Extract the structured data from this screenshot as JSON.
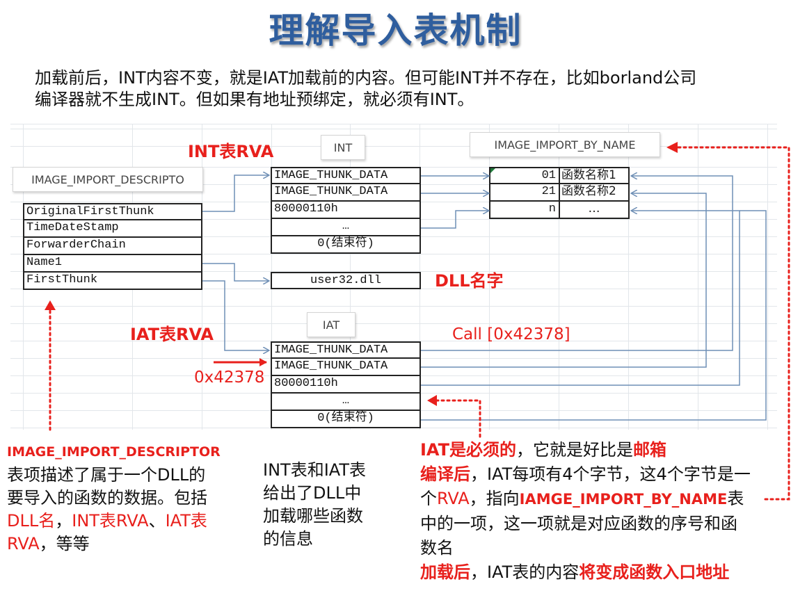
{
  "title": "理解导入表机制",
  "intro": {
    "line1": "加载前后，INT内容不变，就是IAT加载前的内容。但可能INT并不存在，比如borland公司",
    "line2": "编译器就不生成INT。但如果有地址预绑定，就必须有INT。"
  },
  "figure": {
    "tags": {
      "descriptor": "IMAGE_IMPORT_DESCRIPTO",
      "int": "INT",
      "iat": "IAT",
      "by_name": "IMAGE_IMPORT_BY_NAME"
    },
    "descriptor_rows": [
      "OriginalFirstThunk",
      "TimeDateStamp",
      "ForwarderChain",
      "Name1",
      "FirstThunk"
    ],
    "int_rows": [
      "IMAGE_THUNK_DATA",
      "IMAGE_THUNK_DATA",
      "80000110h",
      "…",
      "0(结束符)"
    ],
    "dll_name": "user32.dll",
    "iat_rows": [
      "IMAGE_THUNK_DATA",
      "IMAGE_THUNK_DATA",
      "80000110h",
      "…",
      "0(结束符)"
    ],
    "by_name_rows": [
      {
        "hint": "01",
        "name": "函数名称1"
      },
      {
        "hint": "21",
        "name": "函数名称2"
      },
      {
        "hint": "n",
        "name": "…"
      }
    ],
    "labels": {
      "int_rva": "INT表RVA",
      "dll_label": "DLL名字",
      "iat_rva": "IAT表RVA",
      "call": "Call [0x42378]",
      "addr": "0x42378"
    }
  },
  "notes": {
    "left": {
      "heading": "IMAGE_IMPORT_DESCRIPTOR",
      "l1": "表项描述了属于一个DLL的",
      "l2": "要导入的函数的数据。包括",
      "l3a": "DLL名",
      "l3b": "，",
      "l3c": "INT表RVA",
      "l3d": "、",
      "l3e": "IAT表",
      "l4a": "RVA",
      "l4b": "，等等"
    },
    "middle": {
      "l1": "INT表和IAT表",
      "l2": "给出了DLL中",
      "l3": "加载哪些函数",
      "l4": "的信息"
    },
    "right": {
      "l1a": "IAT是必须的",
      "l1b": "，它就是好比是",
      "l1c": "邮箱",
      "l2a": "编译后",
      "l2b": "，IAT每项有4个字节，这4个字节是一",
      "l3a": "个",
      "l3b": "RVA",
      "l3c": "，指向",
      "l3d": "IAMGE_IMPORT_BY_NAME",
      "l3e": "表",
      "l4": "中的一项，这一项就是对应函数的序号和函",
      "l5": "数名",
      "l6a": "加载后",
      "l6b": "，IAT表的内容",
      "l6c": "将变成函数入口地址"
    }
  },
  "colors": {
    "title": "#2f5e9e",
    "accent_red": "#e8201c",
    "arrow_blue": "#6f8fb5"
  }
}
